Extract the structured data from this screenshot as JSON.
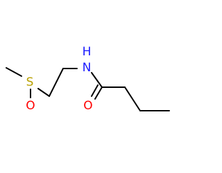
{
  "molecule": {
    "atoms": {
      "sulfur": "S",
      "oxygen_sulfoxide": "O",
      "nitrogen": "N",
      "nitrogen_hydrogen": "H",
      "oxygen_carbonyl": "O"
    },
    "colors": {
      "bond": "#000000",
      "sulfur": "#b8a000",
      "oxygen": "#ff0000",
      "nitrogen": "#1a1aff"
    }
  }
}
